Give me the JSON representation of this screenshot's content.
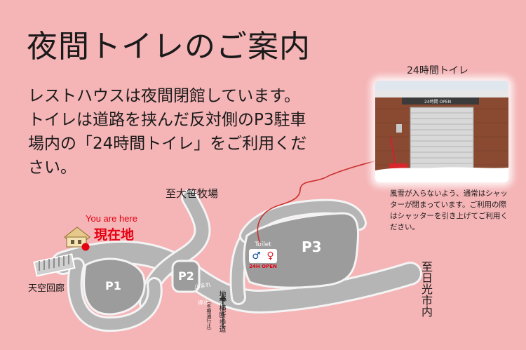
{
  "title": "夜間トイレのご案内",
  "body_lines": [
    "レストハウスは夜間閉館しています。",
    "トイレは道路を挟んだ反対側のP3駐車",
    "場内の「24時間トイレ」をご利用くだ",
    "さい。"
  ],
  "photo": {
    "caption": "24時間トイレ",
    "sign": "24時間 OPEN",
    "note": "風雪が入らないよう、通常はシャッターが閉まっています。ご利用の際はシャッターを引き上げてご利用ください。"
  },
  "map": {
    "direction_top": "至大笹牧場",
    "direction_right": "至日光市内",
    "corridor_label": "天空回廊",
    "you_are_here_en": "You are here",
    "you_are_here_jp": "現在地",
    "parking": [
      "P1",
      "P2",
      "P3"
    ],
    "toilet_label": "Toilet",
    "toilet_badge": "24H OPEN",
    "crosswalk_label": "地下横断歩道",
    "crosswalk_sub": "（冬期通行止）",
    "road_marks": [
      "止まれ",
      "停止"
    ]
  },
  "colors": {
    "background": "#f5b4b6",
    "road": "#b5b5b5",
    "road_outline": "#f4f4f4",
    "route_line": "#c9302c",
    "marker": "#e60012"
  }
}
